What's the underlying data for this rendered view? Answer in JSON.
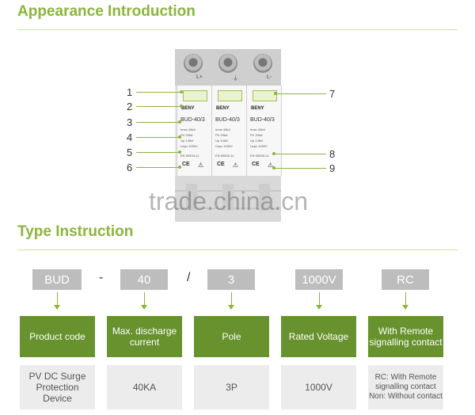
{
  "headings": {
    "appearance": "Appearance Introduction",
    "type": "Type Instruction"
  },
  "device": {
    "terminals": [
      "L+",
      "⏚",
      "L-"
    ],
    "brand": "BENY",
    "model": "BUD-40/3",
    "specs": [
      {
        "label": "Imax",
        "value": "40kA"
      },
      {
        "label": "PV",
        "value": "20kA"
      },
      {
        "label": "Up",
        "value": "3.8kV"
      },
      {
        "label": "Ucpv",
        "value": "1000V"
      }
    ],
    "standard": "EN 50539-11",
    "ce_mark": "CE",
    "warning_symbol": "⚠"
  },
  "callouts": [
    "1",
    "2",
    "3",
    "4",
    "5",
    "6",
    "7",
    "8",
    "9"
  ],
  "watermark": "trade.china.cn",
  "type_instruction": {
    "separators": [
      "-",
      "/"
    ],
    "columns": [
      {
        "code": "BUD",
        "name": "Product code",
        "value": "PV DC Surge\nProtection\nDevice"
      },
      {
        "code": "40",
        "name": "Max. discharge current",
        "value": "40KA"
      },
      {
        "code": "3",
        "name": "Pole",
        "value": "3P"
      },
      {
        "code": "1000V",
        "name": "Rated Voltage",
        "value": "1000V"
      },
      {
        "code": "RC",
        "name": "With Remote signalling contact",
        "value": "RC: With Remote\nsignalling contact\nNon: Without contact"
      }
    ]
  },
  "colors": {
    "accent_green": "#8ab63a",
    "box_green": "#67922d",
    "code_gray": "#bdbdbd",
    "value_gray": "#ececec"
  }
}
